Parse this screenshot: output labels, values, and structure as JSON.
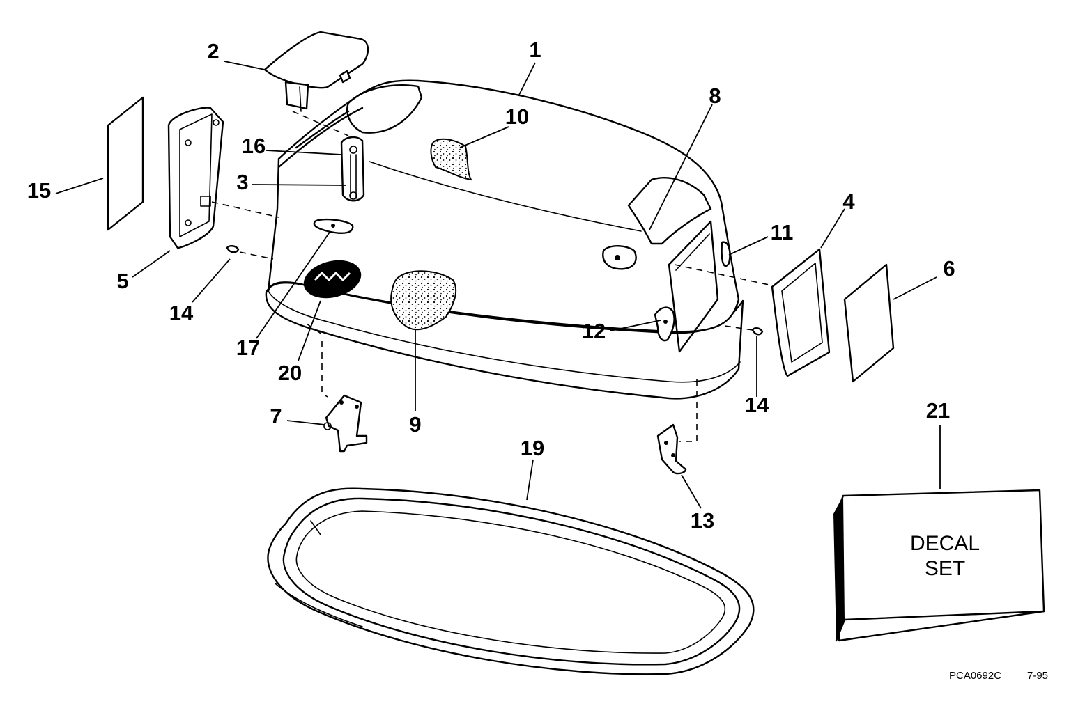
{
  "callouts": {
    "c1": "1",
    "c2": "2",
    "c3": "3",
    "c4": "4",
    "c5": "5",
    "c6": "6",
    "c7": "7",
    "c8": "8",
    "c9": "9",
    "c10": "10",
    "c11": "11",
    "c12": "12",
    "c13": "13",
    "c14a": "14",
    "c14b": "14",
    "c15": "15",
    "c16": "16",
    "c17": "17",
    "c19": "19",
    "c20": "20",
    "c21": "21"
  },
  "decal_box": {
    "line1": "DECAL",
    "line2": "SET"
  },
  "footer": {
    "drawing_code": "PCA0692C",
    "date": "7-95"
  }
}
